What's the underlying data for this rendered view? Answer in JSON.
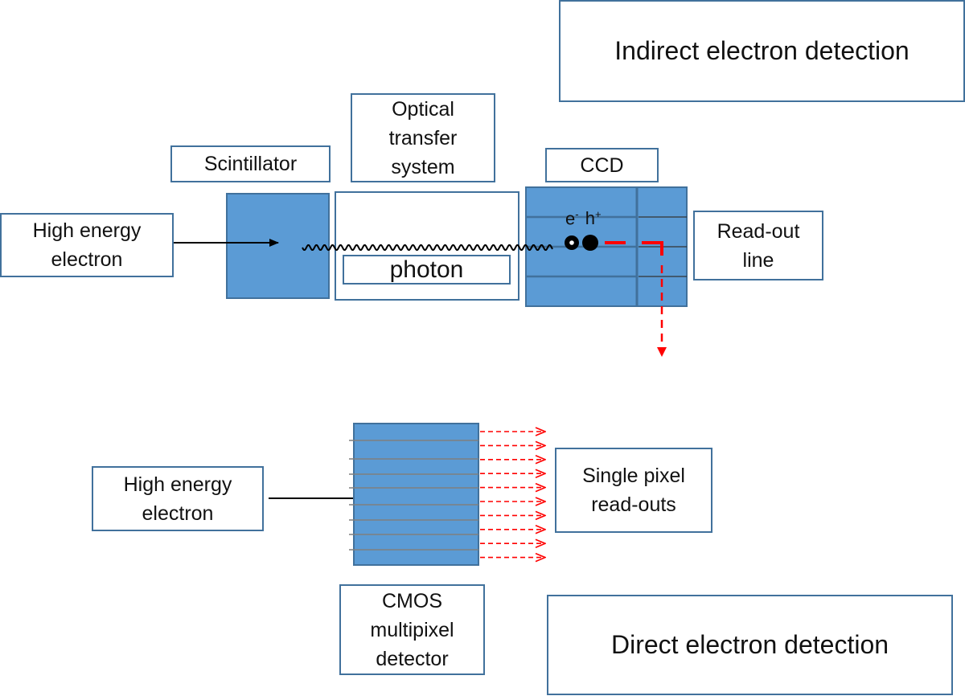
{
  "indirect_title": "Indirect electron detection",
  "direct_title": "Direct electron detection",
  "indirect": {
    "electron_label": "High energy electron",
    "scintillator_label": "Scintillator",
    "optical_label": "Optical transfer system",
    "photon_label": "photon",
    "ccd_label": "CCD",
    "readout_label": "Read-out line",
    "electron_symbol": "e",
    "electron_charge": "-",
    "hole_symbol": "h",
    "hole_charge": "+"
  },
  "direct": {
    "electron_label": "High energy electron",
    "cmos_label": "CMOS multipixel detector",
    "readouts_label": "Single pixel read-outs"
  },
  "colors": {
    "box_border": "#41719c",
    "detector_fill": "#5b9bd5",
    "readout_arrow": "#ff0000"
  }
}
